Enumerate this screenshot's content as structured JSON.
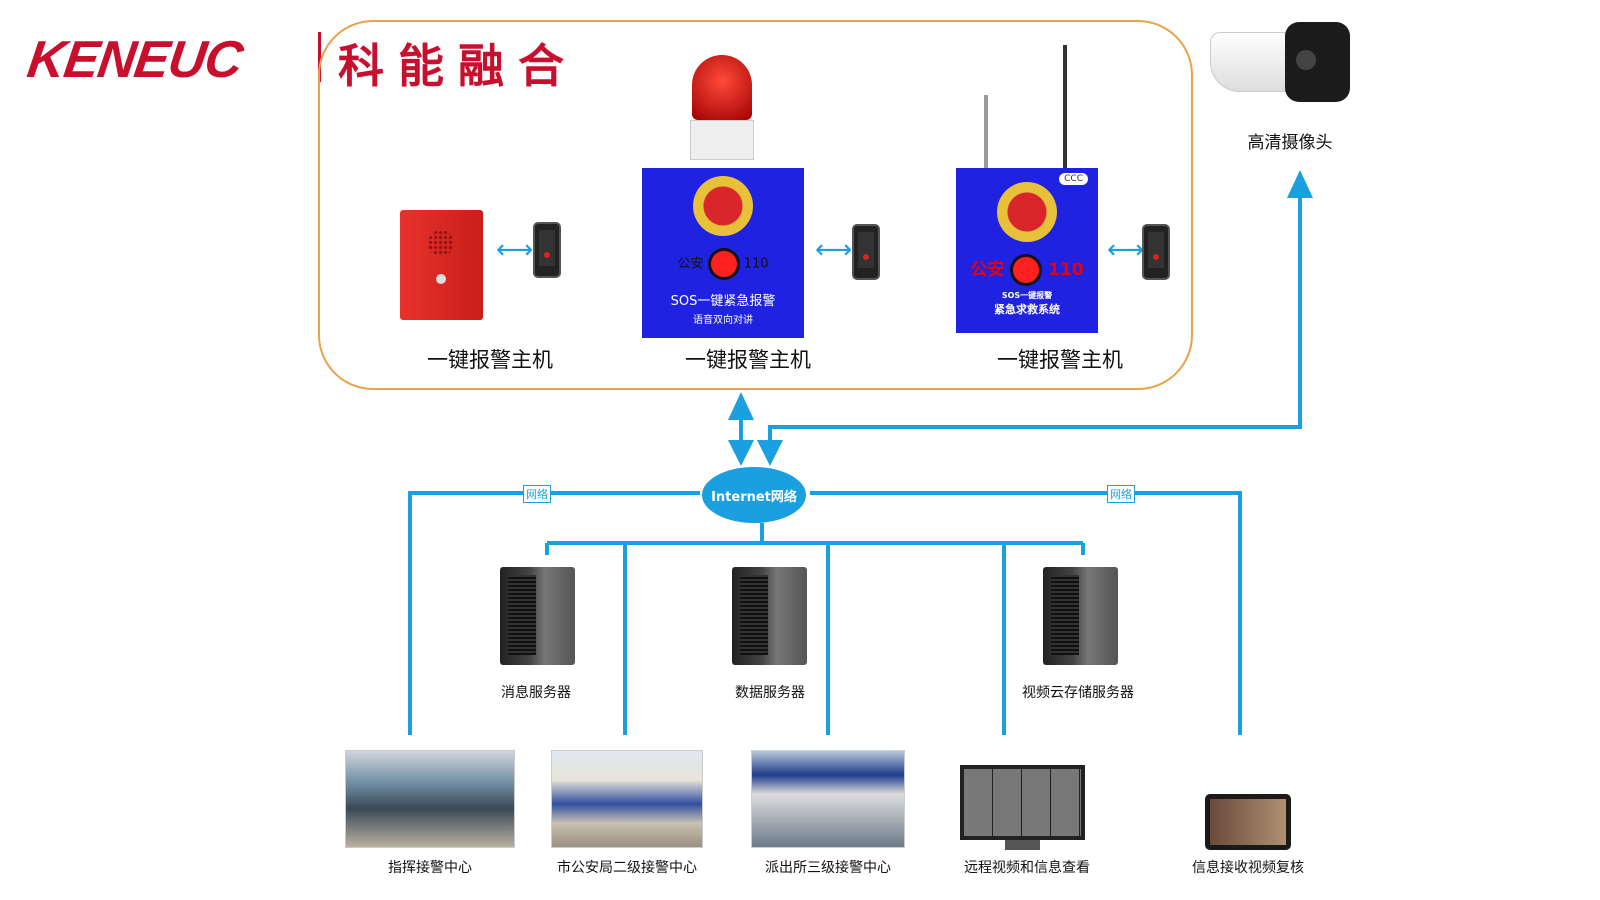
{
  "logo": {
    "brand_en": "KENEUC",
    "brand_cn": "科能融合"
  },
  "devices": [
    {
      "label": "一键报警主机"
    },
    {
      "label": "一键报警主机",
      "panel_left": "公安",
      "panel_right": "110",
      "panel_line1": "SOS一键紧急报警",
      "panel_line2": "语音双向对讲"
    },
    {
      "label": "一键报警主机",
      "panel_left": "公安",
      "panel_right": "110",
      "panel_line1": "SOS一键报警",
      "panel_line2": "紧急求救系统",
      "badge": "CCC"
    }
  ],
  "camera": {
    "label": "高清摄像头"
  },
  "network": {
    "hub_label": "Internet网络",
    "link_tag": "网络"
  },
  "servers": [
    {
      "label": "消息服务器"
    },
    {
      "label": "数据服务器"
    },
    {
      "label": "视频云存储服务器"
    }
  ],
  "endpoints": [
    {
      "label": "指挥接警中心"
    },
    {
      "label": "市公安局二级接警中心"
    },
    {
      "label": "派出所三级接警中心"
    },
    {
      "label": "远程视频和信息查看"
    },
    {
      "label": "信息接收视频复核"
    }
  ],
  "colors": {
    "brand": "#c8102e",
    "line": "#1a9fe0",
    "frame": "#e9a24c"
  }
}
